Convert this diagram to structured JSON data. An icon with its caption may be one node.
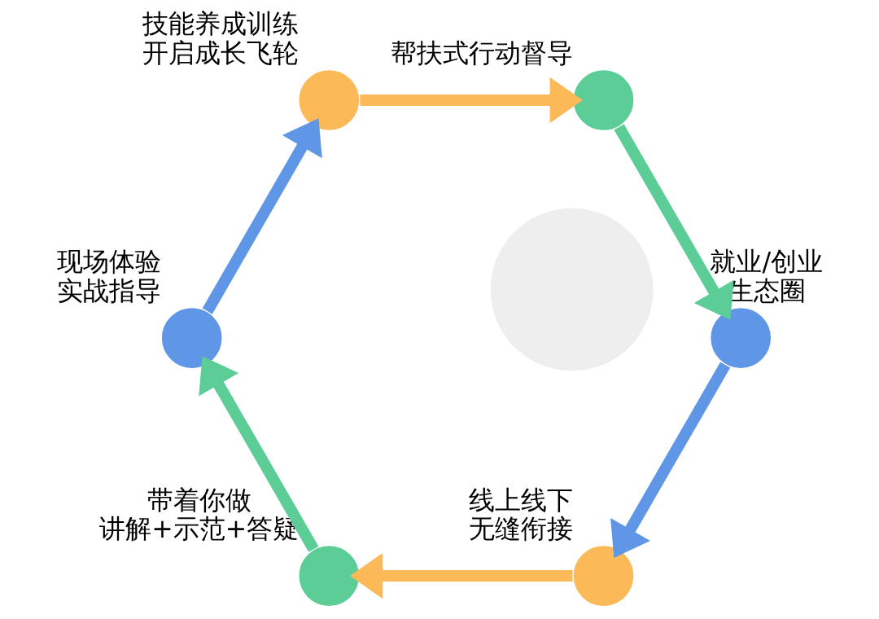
{
  "diagram": {
    "nodes": [
      {
        "text": [],
        "shape": "circle",
        "beside": [
          "线上线下",
          "无缝衔接"
        ]
      },
      {
        "text": [],
        "shape": "circle",
        "beside": [
          "带着你做",
          "讲解+示范+答疑"
        ]
      },
      {
        "text": [],
        "shape": "circle",
        "beside": [
          "现场体验",
          "实战指导"
        ]
      },
      {
        "text": [],
        "shape": "circle",
        "beside": [
          "技能养成训练",
          "开启成长飞轮"
        ]
      },
      {
        "text": [],
        "shape": "circle",
        "beside": [
          "帮扶式行动督导"
        ]
      },
      {
        "text": [],
        "shape": "circle",
        "beside": [
          "就业/创业",
          "生态圈"
        ]
      },
      {
        "text": [],
        "shape": "circle"
      }
    ],
    "edges": [
      {
        "from": 0,
        "to": 1,
        "arrow": "to",
        "color": "#fbb957"
      },
      {
        "from": 1,
        "to": 2,
        "arrow": "to",
        "color": "#5ccd96"
      },
      {
        "from": 2,
        "to": 3,
        "arrow": "to",
        "color": "#5f96e6"
      },
      {
        "from": 3,
        "to": 4,
        "arrow": "to",
        "color": "#fbb957"
      },
      {
        "from": 4,
        "to": 5,
        "arrow": "to",
        "color": "#5ccd96"
      },
      {
        "from": 5,
        "to": 0,
        "arrow": "to",
        "color": "#5f96e6"
      }
    ]
  }
}
